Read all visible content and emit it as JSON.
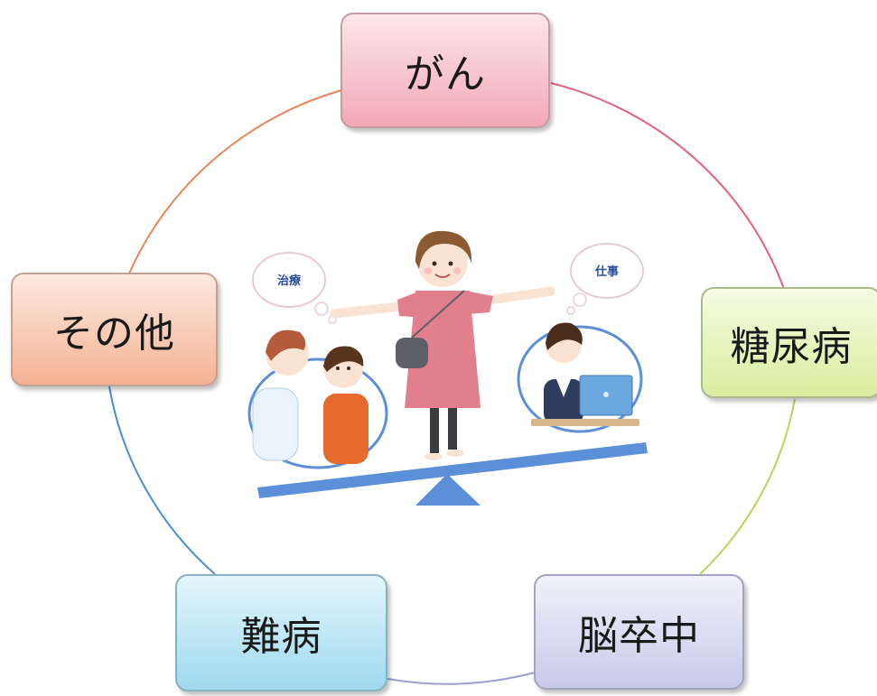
{
  "nodes": {
    "cancer": "がん",
    "diabetes": "糖尿病",
    "stroke": "脳卒中",
    "intractable": "難病",
    "other": "その他"
  },
  "illustration": {
    "treatment_bubble": "治療",
    "work_bubble": "仕事"
  },
  "colors": {
    "ring_top_right": "#e2607d",
    "ring_right": "#b7d35a",
    "ring_bottom": "#9e9ed0",
    "ring_left": "#4a8fd4",
    "ring_top_left": "#e98656",
    "seesaw_blue": "#5b8fd8"
  }
}
